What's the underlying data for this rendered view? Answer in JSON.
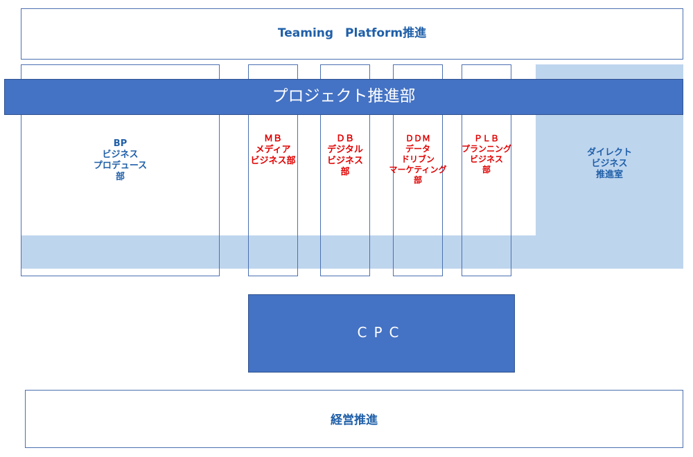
{
  "top": {
    "label": "Teaming　Platform推進"
  },
  "project_bar": {
    "label": "プロジェクト推進部"
  },
  "departments": {
    "bp": {
      "lines": [
        "BP",
        "ビジネス",
        "プロデュース",
        "部"
      ]
    },
    "mb": {
      "lines": [
        "ＭＢ",
        "メディア",
        "ビジネス部"
      ]
    },
    "db": {
      "lines": [
        "ＤＢ",
        "デジタル",
        "ビジネス",
        "部"
      ]
    },
    "ddm": {
      "lines": [
        "ＤＤＭ",
        "データ",
        "ドリブン",
        "マーケティング",
        "部"
      ]
    },
    "plb": {
      "lines": [
        "ＰＬＢ",
        "プランニング",
        "ビジネス",
        "部"
      ]
    },
    "direct": {
      "lines": [
        "ダイレクト",
        "ビジネス",
        "推進室"
      ]
    }
  },
  "cpc": {
    "label": "CPC"
  },
  "bottom": {
    "label": "経営推進"
  },
  "colors": {
    "primary_blue": "#4472c4",
    "light_blue": "#bed5ee",
    "text_blue": "#1f5fa8",
    "text_red": "#e00000"
  }
}
